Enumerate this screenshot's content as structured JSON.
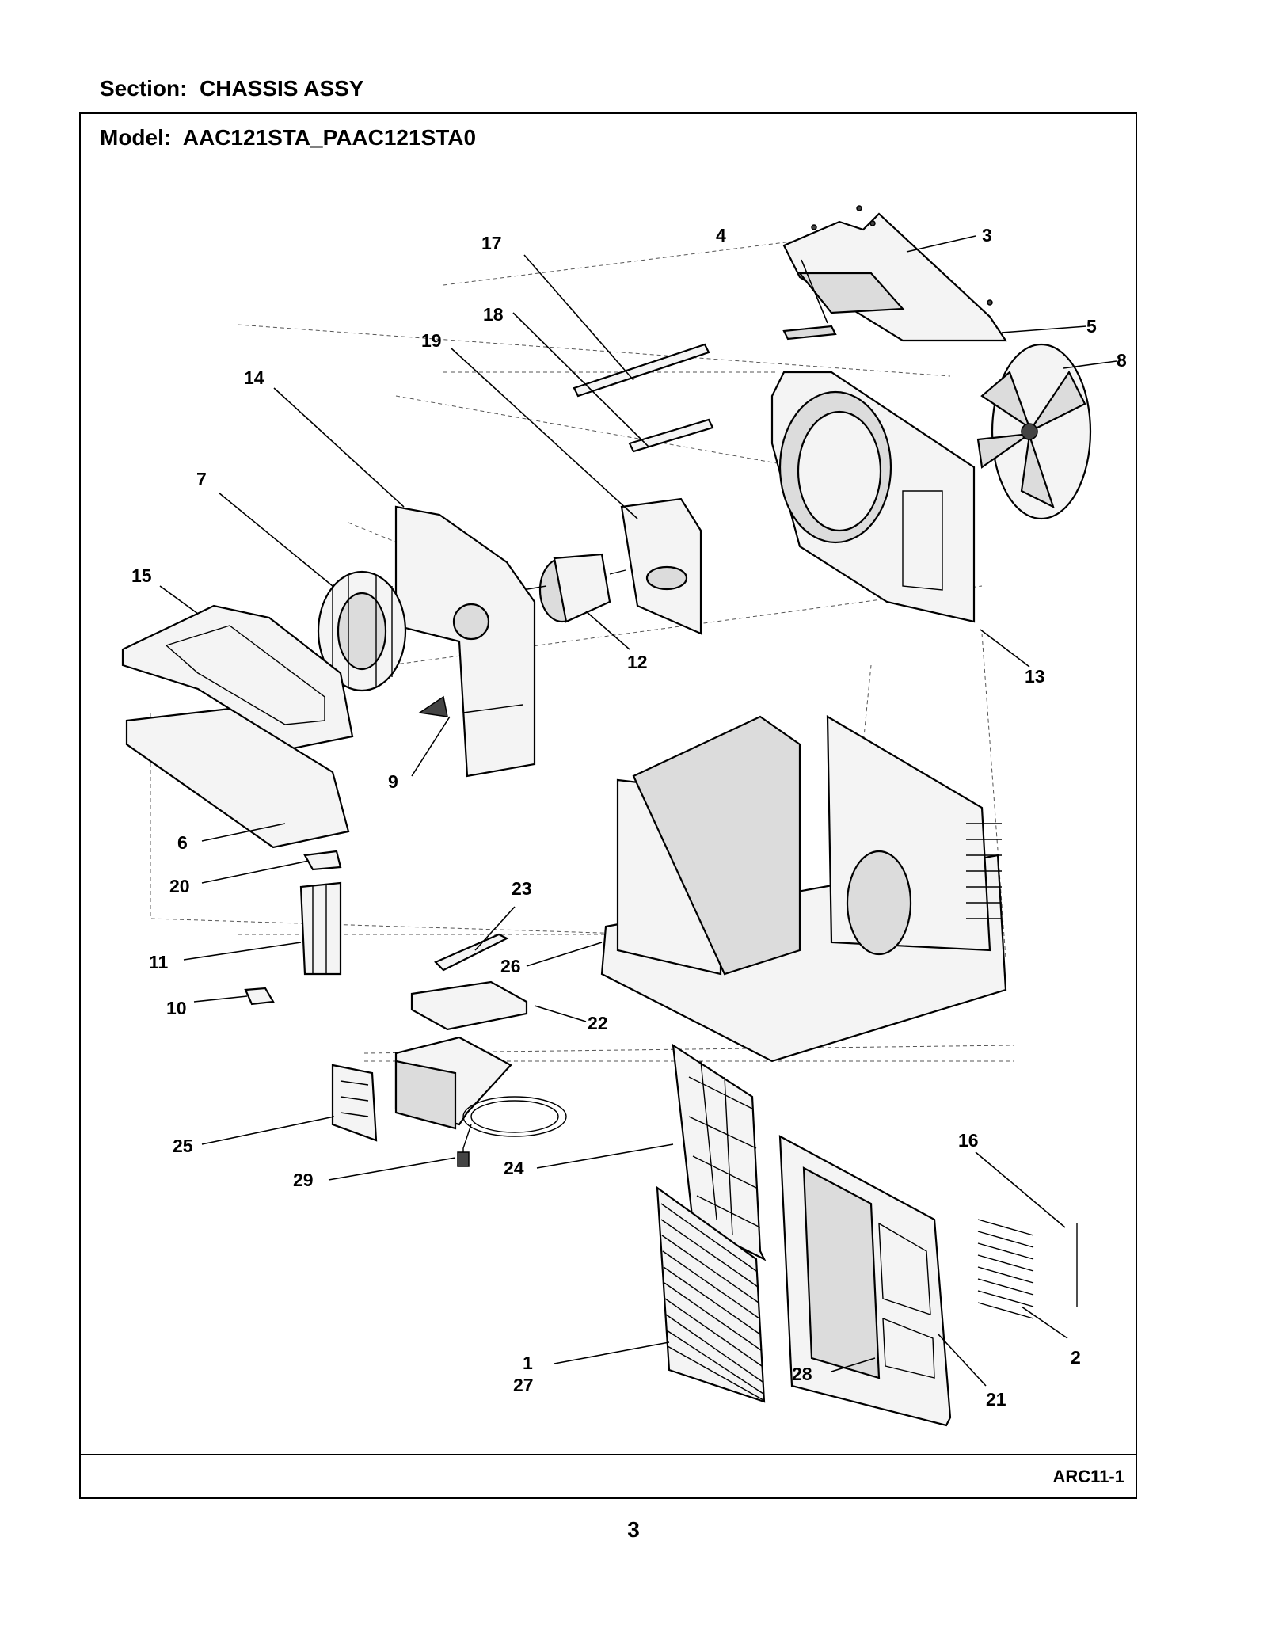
{
  "header": {
    "section": "Section:  CHASSIS ASSY",
    "model": "Model:  AAC121STA_PAAC121STA0"
  },
  "footer": {
    "code": "ARC11-1",
    "page": "3"
  },
  "callouts": {
    "c1": "1",
    "c2": "2",
    "c3": "3",
    "c4": "4",
    "c5": "5",
    "c6": "6",
    "c7": "7",
    "c8": "8",
    "c9": "9",
    "c10": "10",
    "c11": "11",
    "c12": "12",
    "c13": "13",
    "c14": "14",
    "c15": "15",
    "c16": "16",
    "c17": "17",
    "c18": "18",
    "c19": "19",
    "c20": "20",
    "c21": "21",
    "c22": "22",
    "c23": "23",
    "c24": "24",
    "c25": "25",
    "c26": "26",
    "c27": "27",
    "c28": "28",
    "c29": "29"
  }
}
